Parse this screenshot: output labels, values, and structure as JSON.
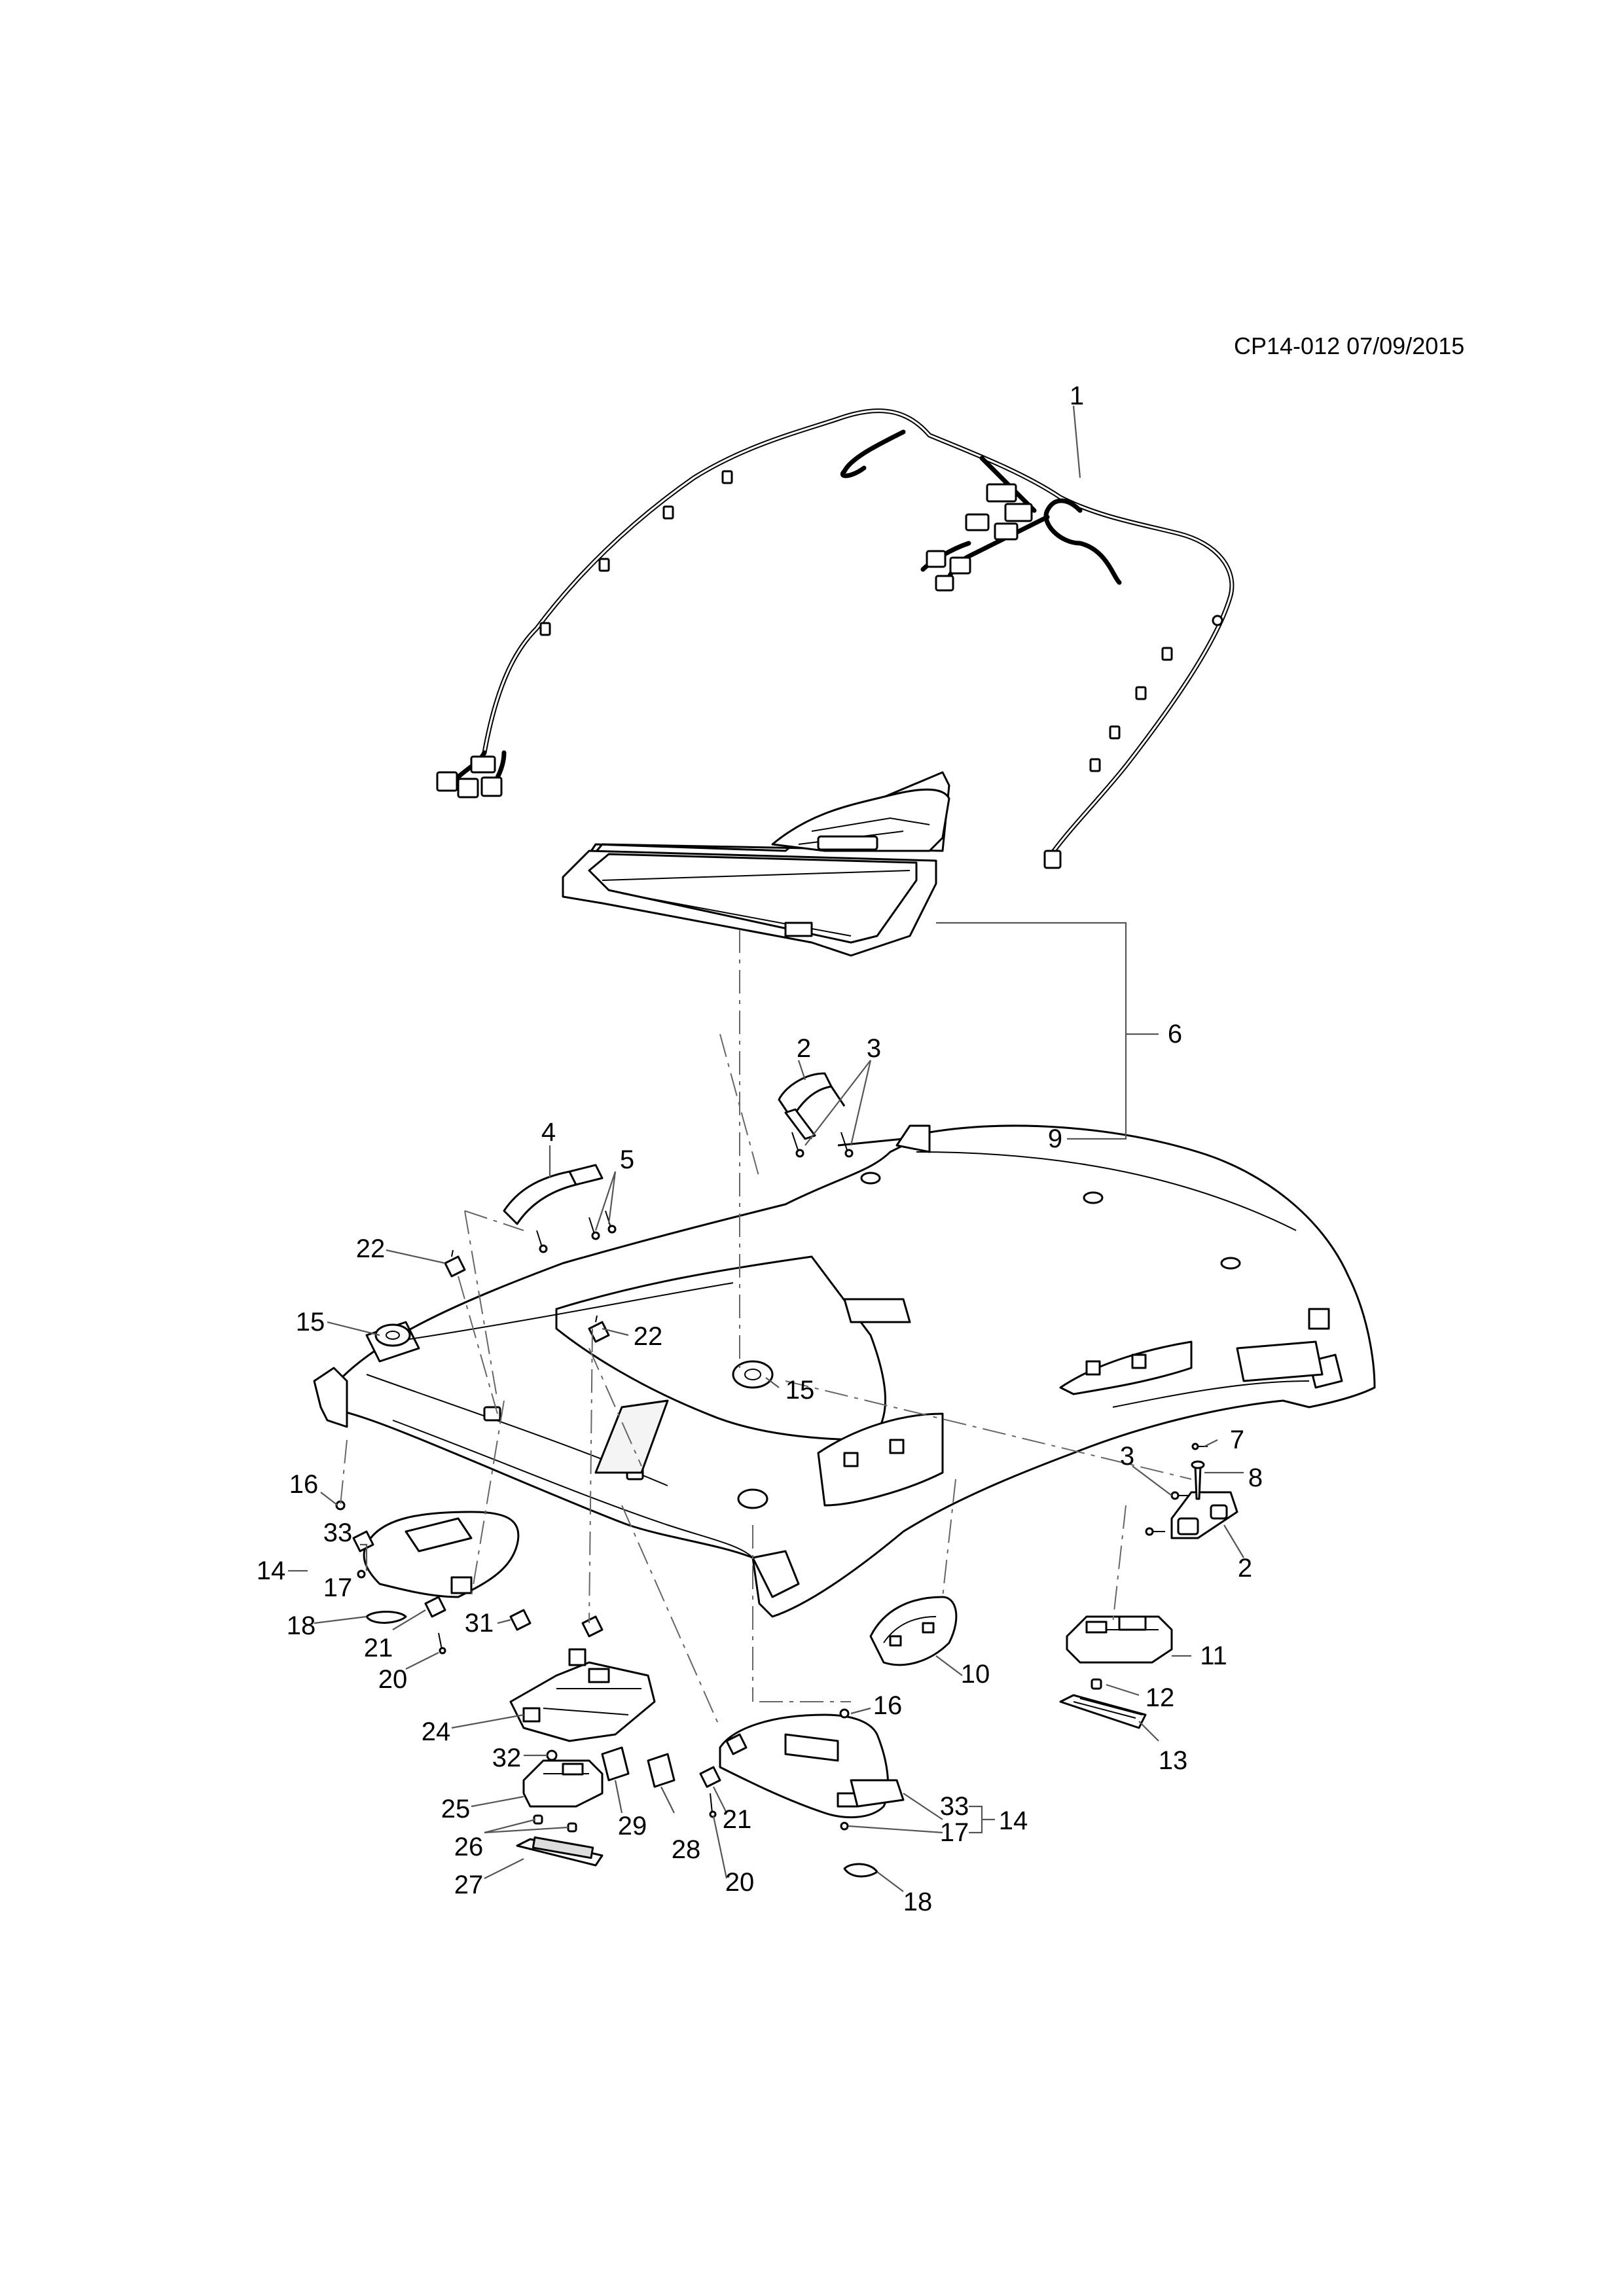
{
  "reference": "CP14-012 07/09/2015",
  "callouts": {
    "c1": "1",
    "c2a": "2",
    "c2b": "2",
    "c3a": "3",
    "c3b": "3",
    "c4": "4",
    "c5": "5",
    "c6": "6",
    "c7": "7",
    "c8": "8",
    "c9": "9",
    "c10": "10",
    "c11": "11",
    "c12": "12",
    "c13": "13",
    "c14a": "14",
    "c14b": "14",
    "c15a": "15",
    "c15b": "15",
    "c16a": "16",
    "c16b": "16",
    "c17a": "17",
    "c17b": "17",
    "c18a": "18",
    "c18b": "18",
    "c20a": "20",
    "c20b": "20",
    "c21a": "21",
    "c21b": "21",
    "c22a": "22",
    "c22b": "22",
    "c24": "24",
    "c25": "25",
    "c26": "26",
    "c27": "27",
    "c28": "28",
    "c29": "29",
    "c31": "31",
    "c32": "32",
    "c33a": "33",
    "c33b": "33"
  }
}
